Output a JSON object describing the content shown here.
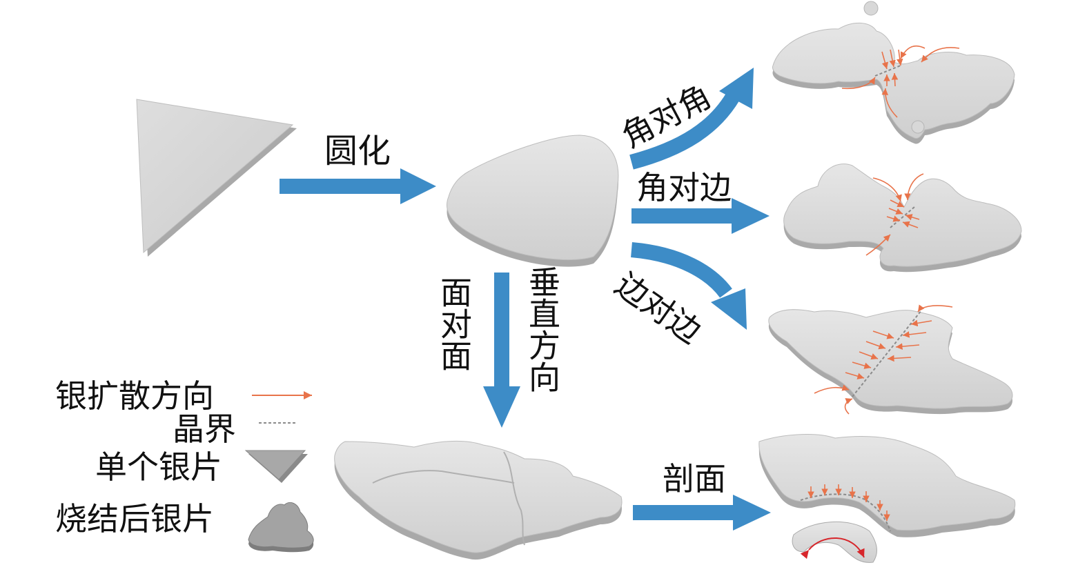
{
  "labels": {
    "rounding": "圆化",
    "corner_to_corner": "角对角",
    "corner_to_edge": "角对边",
    "edge_to_edge": "边对边",
    "face_to_face": "面对面",
    "vertical_direction": "垂直方向",
    "cross_section": "剖面"
  },
  "legend": {
    "diffusion": "银扩散方向",
    "grain_boundary": "晶界",
    "single_flake": "单个银片",
    "sintered_flake": "烧结后银片"
  },
  "colors": {
    "flow_arrow": "#3d8cc7",
    "diffusion_arrow": "#e8734a",
    "flake_top": "#d8d8d8",
    "flake_side": "#a8a8a8",
    "section_arrow": "#d7262b"
  }
}
